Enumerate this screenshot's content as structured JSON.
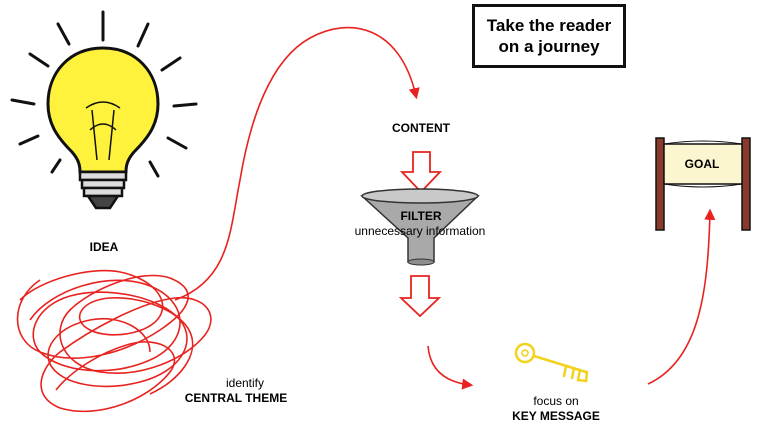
{
  "title": {
    "line1": "Take the reader",
    "line2": "on a journey"
  },
  "labels": {
    "idea": "IDEA",
    "content": "CONTENT",
    "filter": "FILTER",
    "filter_sub": "unnecessary information",
    "identify": "identify",
    "central_theme": "CENTRAL THEME",
    "focus_on": "focus on",
    "key_message": "KEY MESSAGE",
    "goal": "GOAL"
  },
  "colors": {
    "path": "#e8231f",
    "bulb": "#fff23c",
    "key": "#f2d21b",
    "funnel": "#a9a9a9",
    "banner": "#fbf6cf",
    "banner_pole": "#8a3a2a"
  },
  "icons": [
    "lightbulb-icon",
    "tangled-line-icon",
    "funnel-icon",
    "key-icon",
    "goal-banner-icon"
  ]
}
